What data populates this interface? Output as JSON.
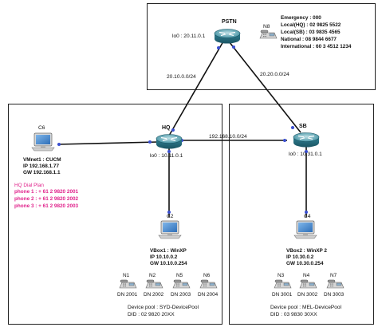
{
  "pstn": {
    "name": "PSTN",
    "lo": "lo0 : 20.11.0.1",
    "phone_name": "N8",
    "emergency": "Emergency : 000",
    "local_hq": "Local(HQ) : 02 9825 5522",
    "local_sb": "Local(SB) : 03 9835 4565",
    "national": "National : 08 9844 6677",
    "international": "International : 60 3 4512 1234"
  },
  "links": {
    "hq_pstn": "20.10.0.0/24",
    "sb_pstn": "20.20.0.0/24",
    "hq_sb": "192.168.10.0/24"
  },
  "hq": {
    "name": "HQ",
    "lo": "lo0 : 10.11.0.1",
    "c6": {
      "name": "C6",
      "line1": "VMnet1 : CUCM",
      "line2": "IP 192.168.1.77",
      "line3": "GW 192.168.1.1"
    },
    "dialplan": {
      "title": "HQ Dial Plan",
      "line1": "phone 1 : + 61 2 9820 2001",
      "line2": "phone 2 : + 61 2 9820 2002",
      "line3": "phone 3 : + 61 2 9820 2003"
    },
    "c2": {
      "name": "C2",
      "line1": "VBox1 : WinXP",
      "line2": "IP 10.10.0.2",
      "line3": "GW 10.10.0.254"
    },
    "phones": [
      {
        "name": "N1",
        "dn": "DN 2001"
      },
      {
        "name": "N2",
        "dn": "DN 2002"
      },
      {
        "name": "N5",
        "dn": "DN 2003"
      },
      {
        "name": "N6",
        "dn": "DN 2004"
      }
    ],
    "pool": "Device pool : SYD-DevicePool",
    "did": "DID : 02 9820 20XX"
  },
  "sb": {
    "name": "SB",
    "lo": "lo0 : 10.31.0.1",
    "c4": {
      "name": "C4",
      "line1": "VBox2 : WinXP 2",
      "line2": "IP 10.30.0.2",
      "line3": "GW 10.30.0.254"
    },
    "phones": [
      {
        "name": "N3",
        "dn": "DN 3001"
      },
      {
        "name": "N4",
        "dn": "DN 3002"
      },
      {
        "name": "N7",
        "dn": "DN 3003"
      }
    ],
    "pool": "Device pool : MEL-DevicePool",
    "did": "DID : 03 9830 30XX"
  }
}
